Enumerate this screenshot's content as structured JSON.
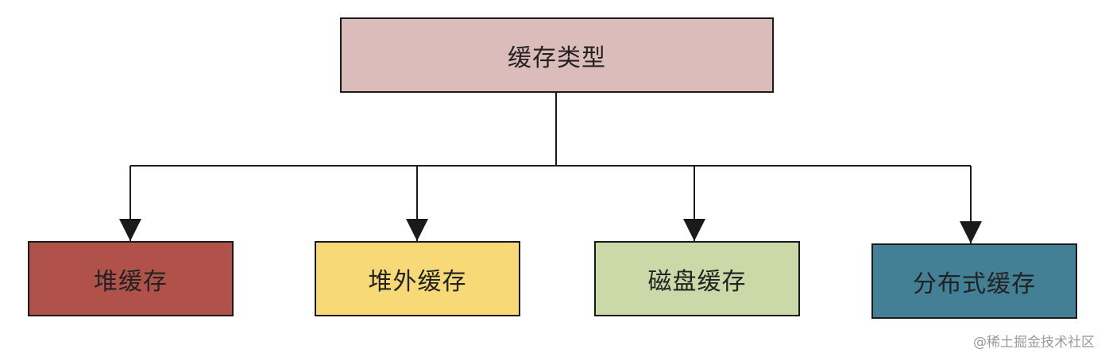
{
  "diagram": {
    "root": {
      "label": "缓存类型",
      "fill": "#dcbcbb"
    },
    "children": [
      {
        "label": "堆缓存",
        "fill": "#b0524a"
      },
      {
        "label": "堆外缓存",
        "fill": "#f8d978"
      },
      {
        "label": "磁盘缓存",
        "fill": "#cad9a7"
      },
      {
        "label": "分布式缓存",
        "fill": "#437f95"
      }
    ],
    "line_color": "#1a1a1a"
  },
  "watermark": "@稀土掘金技术社区"
}
